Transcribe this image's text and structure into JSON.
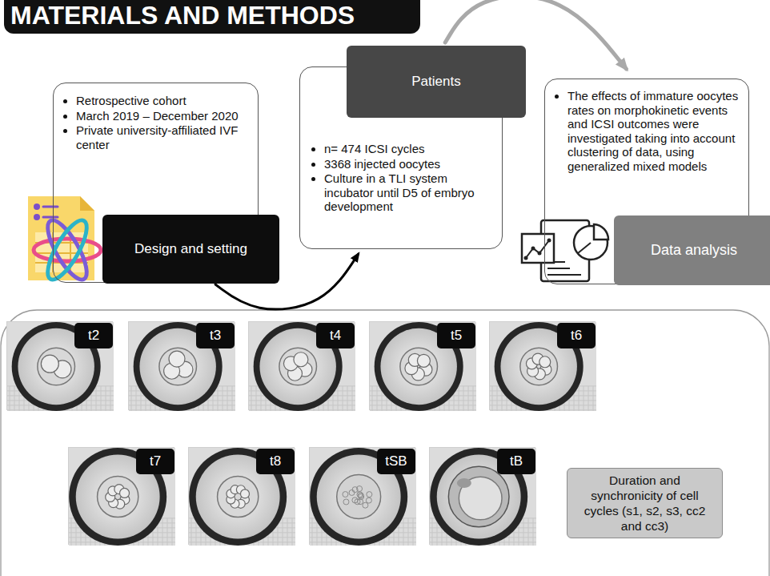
{
  "diagram": {
    "title": "MATERIALS AND METHODS",
    "nodes": [
      {
        "text": [
          "Retrospective cohort",
          "March 2019 – December 2020",
          "Private university-affiliated IVF center",
          "Design and setting"
        ]
      },
      {
        "text": [
          "Patients",
          "n= 474 ICSI cycles",
          "3368 injected oocytes",
          "Culture in a TLI system incubator until D5 of embryo development"
        ]
      },
      {
        "text": [
          "The effects of immature oocytes rates on morphokinetic events and ICSI outcomes were investigated taking into account clustering of data, using generalized mixed models",
          "Data analysis"
        ]
      },
      {
        "text": [
          "t2"
        ]
      },
      {
        "text": [
          "t3"
        ]
      },
      {
        "text": [
          "t4"
        ]
      },
      {
        "text": [
          "t5"
        ]
      },
      {
        "text": [
          "t6"
        ]
      },
      {
        "text": [
          "t7"
        ]
      },
      {
        "text": [
          "t8"
        ]
      },
      {
        "text": [
          "tSB"
        ]
      },
      {
        "text": [
          "tB"
        ]
      },
      {
        "text": [
          "Duration and synchronicity of cell cycles (s1, s2, s3, cc2 and cc3)"
        ]
      }
    ],
    "edges": [
      {
        "from": 0,
        "to": 1,
        "arrow": "to"
      },
      {
        "from": 1,
        "to": 2,
        "arrow": "to"
      }
    ]
  }
}
